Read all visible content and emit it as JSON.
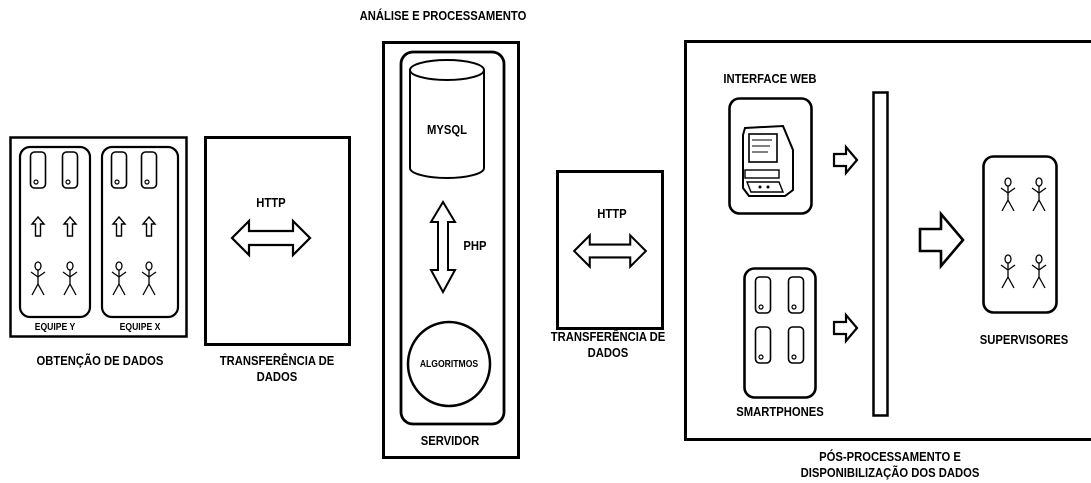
{
  "title": "ANÁLISE E PROCESSAMENTO",
  "stages": {
    "obtencao": {
      "label": "OBTENÇÃO DE DADOS",
      "team_y": "EQUIPE Y",
      "team_x": "EQUIPE X"
    },
    "transfer1": {
      "protocol": "HTTP",
      "label_line1": "TRANSFERÊNCIA DE",
      "label_line2": "DADOS"
    },
    "servidor": {
      "label": "SERVIDOR",
      "database": "MYSQL",
      "language": "PHP",
      "algorithms": "ALGORITMOS"
    },
    "transfer2": {
      "protocol": "HTTP",
      "label_line1": "TRANSFERÊNCIA DE",
      "label_line2": "DADOS"
    },
    "pos": {
      "label_line1": "PÓS-PROCESSAMENTO E",
      "label_line2": "DISPONIBILIZAÇÃO DOS DADOS",
      "web": "INTERFACE WEB",
      "phones": "SMARTPHONES",
      "supervisors": "SUPERVISORES"
    }
  },
  "icons": [
    "phone-icon",
    "up-arrow-icon",
    "person-icon",
    "double-arrow-icon",
    "database-cylinder-icon",
    "computer-terminal-icon",
    "right-arrow-icon"
  ]
}
